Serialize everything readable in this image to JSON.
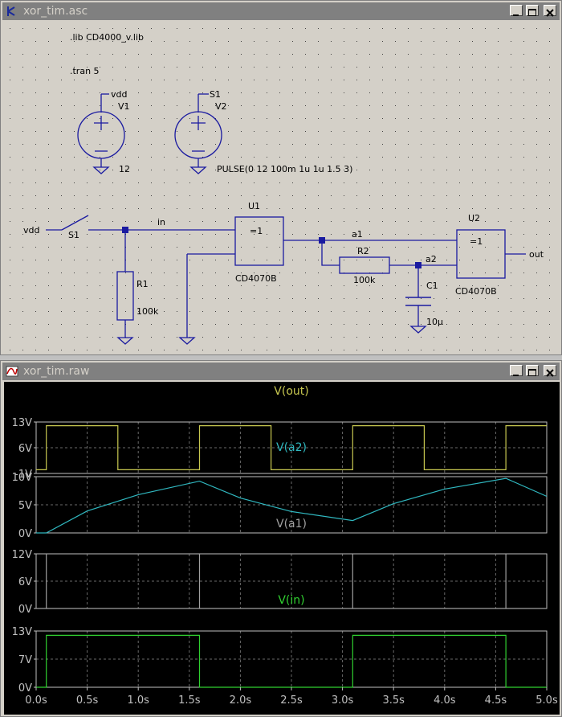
{
  "schematic_window": {
    "title": "xor_tim.asc",
    "directives": [
      ".lib CD4000_v.lib",
      ".tran 5"
    ],
    "sources": [
      {
        "name": "V1",
        "net": "vdd",
        "value": "12"
      },
      {
        "name": "V2",
        "net": "S1",
        "value": "PULSE(0 12 100m 1u 1u 1.5 3)"
      }
    ],
    "nets": {
      "vdd_in": "vdd",
      "switch": "S1",
      "in": "in",
      "a1": "a1",
      "a2": "a2",
      "out": "out"
    },
    "components": {
      "u1_name": "U1",
      "u1_gate": "=1",
      "u1_part": "CD4070B",
      "u2_name": "U2",
      "u2_gate": "=1",
      "u2_part": "CD4070B",
      "r1_name": "R1",
      "r1_value": "100k",
      "r2_name": "R2",
      "r2_value": "100k",
      "c1_name": "C1",
      "c1_value": "10µ"
    }
  },
  "waveform_window": {
    "title": "xor_tim.raw",
    "colors": {
      "out": "#c8c850",
      "a2": "#30b8c0",
      "a1": "#a0a0a0",
      "in": "#30d030",
      "axis": "#c0c0c0",
      "grid": "#6a6a6a"
    },
    "x_ticks": [
      "0.0s",
      "0.5s",
      "1.0s",
      "1.5s",
      "2.0s",
      "2.5s",
      "3.0s",
      "3.5s",
      "4.0s",
      "4.5s",
      "5.0s"
    ],
    "panels": [
      {
        "trace": "V(out)",
        "y_ticks": [
          "13V",
          "6V",
          "-1V"
        ],
        "ylim": [
          -1,
          13
        ]
      },
      {
        "trace": "V(a2)",
        "y_ticks": [
          "10V",
          "5V",
          "0V"
        ],
        "ylim": [
          0,
          10
        ]
      },
      {
        "trace": "V(a1)",
        "y_ticks": [
          "12V",
          "6V",
          "0V"
        ],
        "ylim": [
          0,
          12
        ]
      },
      {
        "trace": "V(in)",
        "y_ticks": [
          "13V",
          "7V",
          "0V"
        ],
        "ylim": [
          0,
          13
        ]
      }
    ]
  },
  "chart_data": {
    "type": "line",
    "xlim": [
      0,
      5
    ],
    "series": [
      {
        "name": "V(out)",
        "x": [
          0,
          0.1,
          0.1,
          0.8,
          0.8,
          1.6,
          1.6,
          2.3,
          2.3,
          3.1,
          3.1,
          3.8,
          3.8,
          4.6,
          4.6,
          5.0
        ],
        "values": [
          0,
          0,
          12,
          12,
          0,
          0,
          12,
          12,
          0,
          0,
          12,
          12,
          0,
          0,
          12,
          12
        ]
      },
      {
        "name": "V(a2)",
        "x": [
          0,
          0.1,
          0.5,
          1.0,
          1.6,
          2.0,
          2.5,
          3.1,
          3.5,
          4.0,
          4.6,
          5.0
        ],
        "values": [
          0,
          0,
          3.9,
          6.8,
          9.2,
          6.2,
          3.8,
          2.2,
          5.2,
          7.8,
          9.7,
          6.5
        ]
      },
      {
        "name": "V(a1)",
        "x": [
          0,
          0.1,
          0.1,
          0.1,
          1.6,
          1.6,
          1.6,
          3.1,
          3.1,
          3.1,
          4.6,
          4.6,
          4.6,
          5.0
        ],
        "values": [
          0,
          0,
          12,
          0,
          0,
          12,
          0,
          0,
          12,
          0,
          0,
          12,
          0,
          0
        ]
      },
      {
        "name": "V(in)",
        "x": [
          0,
          0.1,
          0.1,
          1.6,
          1.6,
          3.1,
          3.1,
          4.6,
          4.6,
          5.0
        ],
        "values": [
          0,
          0,
          12,
          12,
          0,
          0,
          12,
          12,
          0,
          0
        ]
      }
    ]
  }
}
